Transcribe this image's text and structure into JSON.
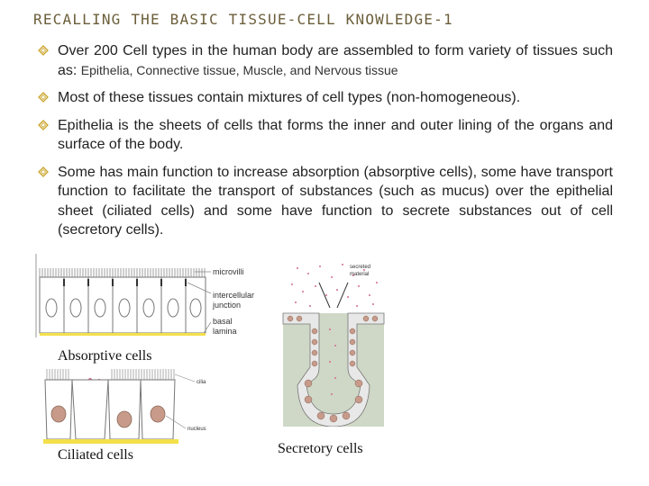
{
  "title": "RECALLING THE BASIC TISSUE-CELL KNOWLEDGE-1",
  "bullets": [
    {
      "main": "Over 200 Cell types in the human body are assembled to form variety of tissues such as: ",
      "small": "Epithelia, Connective tissue, Muscle, and Nervous tissue"
    },
    {
      "main": "Most of these tissues contain mixtures of cell types (non-homogeneous)."
    },
    {
      "main": "Epithelia is the sheets of cells that forms the inner and outer lining of the organs and surface of the body."
    },
    {
      "main": "Some has main function to increase absorption (absorptive cells), some have transport function to facilitate the transport of substances (such as mucus) over the epithelial sheet (ciliated cells) and some have function to secrete substances out of cell (secretory cells)."
    }
  ],
  "figures": {
    "absorptive": {
      "caption": "Absorptive cells",
      "labels": {
        "microvilli": "microvilli",
        "intercellular": "intercellular",
        "junction": "junction",
        "basal": "basal",
        "lamina": "lamina"
      }
    },
    "ciliated": {
      "caption": "Ciliated cells",
      "labels": {
        "cilia": "cilia",
        "nucleus": "nucleus"
      }
    },
    "secretory": {
      "caption": "Secretory cells",
      "labels": {
        "secreted": "secreted",
        "material": "material"
      }
    }
  },
  "colors": {
    "title": "#6b5e3a",
    "bullet_icon": "#c9a227",
    "basal_lamina": "#f3e04a",
    "nucleus": "#c79a8a",
    "gland_bg": "#cfd8c6"
  }
}
